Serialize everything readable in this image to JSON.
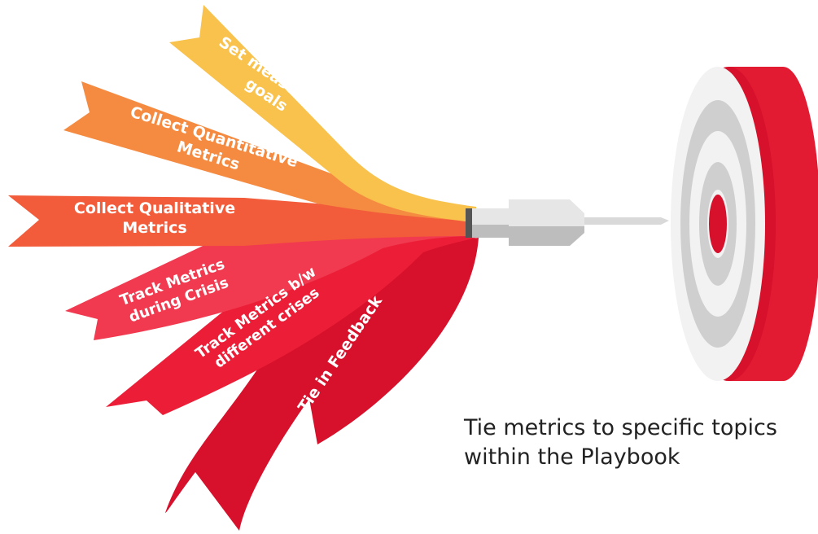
{
  "ribbons": [
    {
      "lines": [
        "Set measurable",
        "goals"
      ],
      "color": "#f9c24c"
    },
    {
      "lines": [
        "Collect Quantitative",
        "Metrics"
      ],
      "color": "#f58b41"
    },
    {
      "lines": [
        "Collect Qualitative",
        "Metrics"
      ],
      "color": "#f25c3a"
    },
    {
      "lines": [
        "Track Metrics",
        "during Crisis"
      ],
      "color": "#f13a4f"
    },
    {
      "lines": [
        "Track Metrics b/w",
        "different crises"
      ],
      "color": "#ec1e37"
    },
    {
      "lines": [
        "Tie in Feedback"
      ],
      "color": "#d7102b"
    }
  ],
  "caption": {
    "line1": "Tie metrics to specific topics",
    "line2": "within the Playbook"
  },
  "icons": {
    "dart": "dart-icon",
    "target": "target-icon"
  },
  "colors": {
    "target_red": "#d7102b",
    "target_red_side": "#e21b32",
    "target_light": "#f2f2f2",
    "target_grey": "#cfcfcf",
    "dart_body": "#e6e6e6",
    "dart_shadow": "#bdbdbd",
    "dart_needle": "#d9d9d9",
    "dart_collar": "#555555"
  }
}
